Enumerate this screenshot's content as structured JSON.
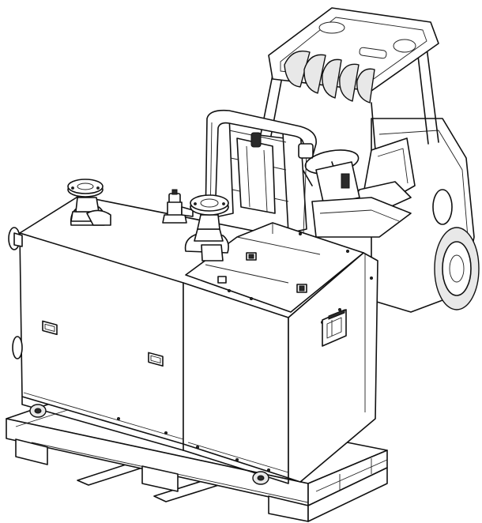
{
  "figure": {
    "subject": "forklift",
    "items": [
      "pump-unit",
      "pallet",
      "forklift"
    ]
  }
}
